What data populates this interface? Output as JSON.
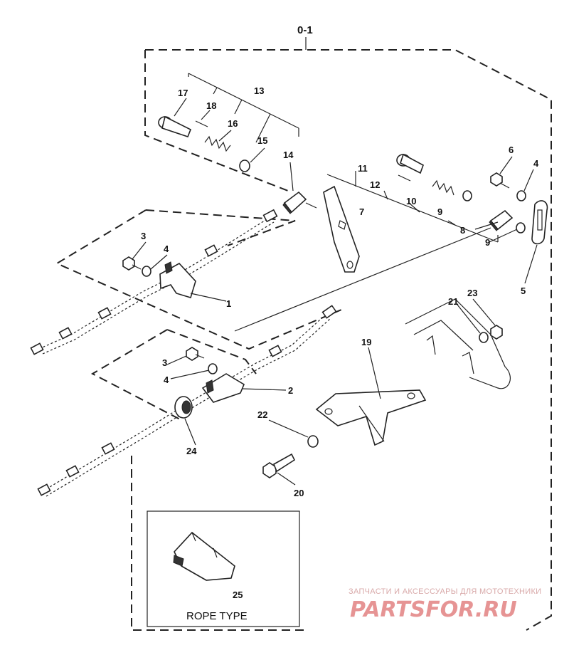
{
  "title": "0-1",
  "inset_label": "ROPE TYPE",
  "callouts": [
    "1",
    "2",
    "3",
    "3",
    "4",
    "4",
    "4",
    "5",
    "6",
    "7",
    "8",
    "9",
    "9",
    "10",
    "11",
    "12",
    "13",
    "14",
    "15",
    "16",
    "17",
    "18",
    "19",
    "20",
    "21",
    "22",
    "23",
    "24",
    "25"
  ],
  "watermark": {
    "line1": "ЗАПЧАСТИ И АКСЕССУАРЫ ДЛЯ МОТОТЕХНИКИ",
    "line2": "PARTSFOR.RU"
  }
}
